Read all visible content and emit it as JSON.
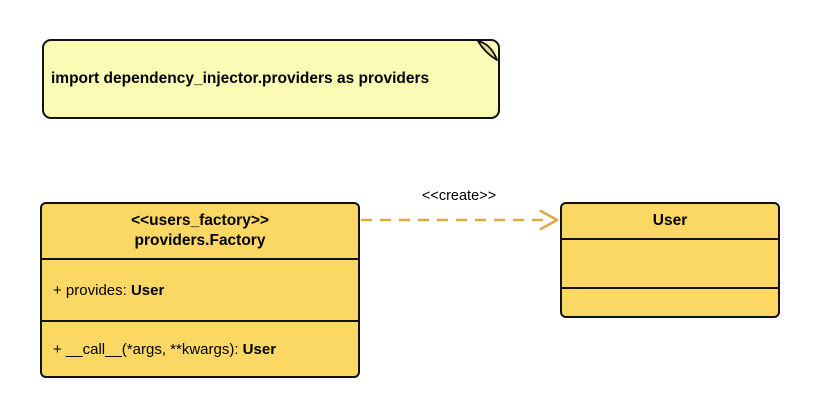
{
  "colors": {
    "class_fill": "#FBD763",
    "note_fill": "#FBFBB6",
    "fold_fill": "#DFDF94",
    "arrow": "#DEA842",
    "border": "#111111",
    "text": "#000000",
    "background": "#FFFFFF"
  },
  "note": {
    "text": "import dependency_injector.providers as providers"
  },
  "factory_class": {
    "stereotype": "<<users_factory>>",
    "name": "providers.Factory",
    "attributes": [
      {
        "prefix": "+ provides: ",
        "type": "User"
      }
    ],
    "methods": [
      {
        "prefix": "+ __call__(*args, **kwargs): ",
        "type": "User"
      }
    ]
  },
  "user_class": {
    "name": "User"
  },
  "relation": {
    "label": "<<create>>"
  }
}
